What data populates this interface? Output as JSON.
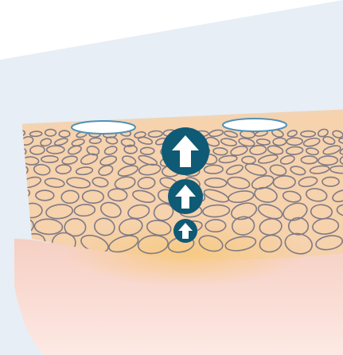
{
  "illustration": {
    "subject": "skin-layer-cross-section",
    "colors": {
      "background_panel": "#e7eef5",
      "skin_surface": "#f2d4b4",
      "cell_layer": "#f6d2ad",
      "cell_outline": "#7f7a85",
      "glow": "#f7c97a",
      "deep_layer_top": "#f6cfc3",
      "deep_layer_bottom": "#fde9e4",
      "pore_outline": "#4f93b7",
      "pore_fill": "#ffffff",
      "arrow_fill": "#0f5a74",
      "arrow_glyph": "#ffffff"
    },
    "arrows": [
      {
        "name": "upward-arrow-large",
        "direction": "up"
      },
      {
        "name": "upward-arrow-medium",
        "direction": "up"
      },
      {
        "name": "upward-arrow-small",
        "direction": "up"
      }
    ],
    "pores": [
      {
        "name": "pore-left"
      },
      {
        "name": "pore-right"
      }
    ]
  }
}
